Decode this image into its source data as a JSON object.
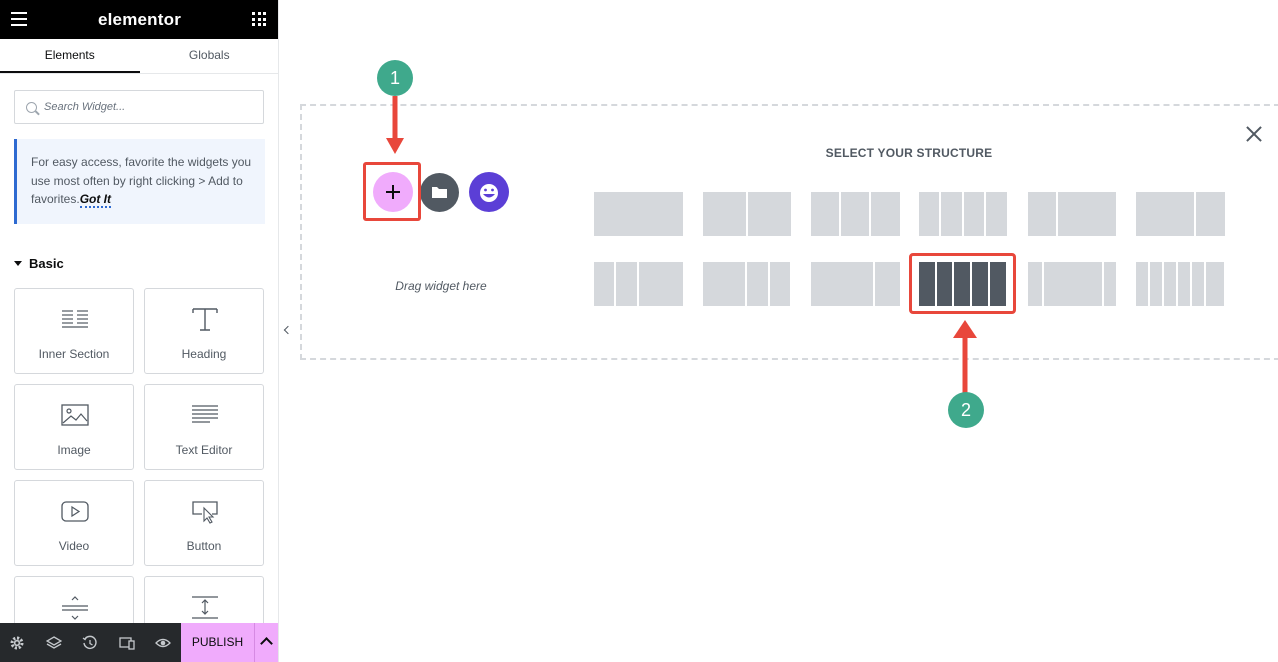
{
  "header": {
    "brand": "elementor",
    "menu_icon": "hamburger-icon",
    "apps_icon": "grid-icon"
  },
  "tabs": [
    {
      "label": "Elements",
      "active": true
    },
    {
      "label": "Globals",
      "active": false
    }
  ],
  "search": {
    "placeholder": "Search Widget...",
    "value": ""
  },
  "notice": {
    "text": "For easy access, favorite the widgets you use most often by right clicking > Add to favorites.",
    "link": "Got It"
  },
  "basic_section": {
    "title": "Basic"
  },
  "widgets": [
    {
      "label": "Inner Section",
      "icon": "inner-section-icon"
    },
    {
      "label": "Heading",
      "icon": "heading-icon"
    },
    {
      "label": "Image",
      "icon": "image-icon"
    },
    {
      "label": "Text Editor",
      "icon": "text-editor-icon"
    },
    {
      "label": "Video",
      "icon": "video-icon"
    },
    {
      "label": "Button",
      "icon": "button-icon"
    },
    {
      "label": "",
      "icon": "divider-icon"
    },
    {
      "label": "",
      "icon": "spacer-icon"
    }
  ],
  "footer": {
    "publish_label": "PUBLISH",
    "icons": [
      "settings-icon",
      "layers-icon",
      "history-icon",
      "responsive-icon",
      "preview-icon"
    ]
  },
  "canvas": {
    "structure_title": "SELECT YOUR STRUCTURE",
    "drag_text": "Drag widget here",
    "selected_preset": "five-columns"
  },
  "annotations": {
    "step1": "1",
    "step2": "2"
  },
  "colors": {
    "accent_pink": "#f0abfc",
    "annotation_red": "#e8473b",
    "badge_green": "#3fa98c",
    "ai_purple": "#5b3fd6",
    "dark_gray": "#515962"
  }
}
